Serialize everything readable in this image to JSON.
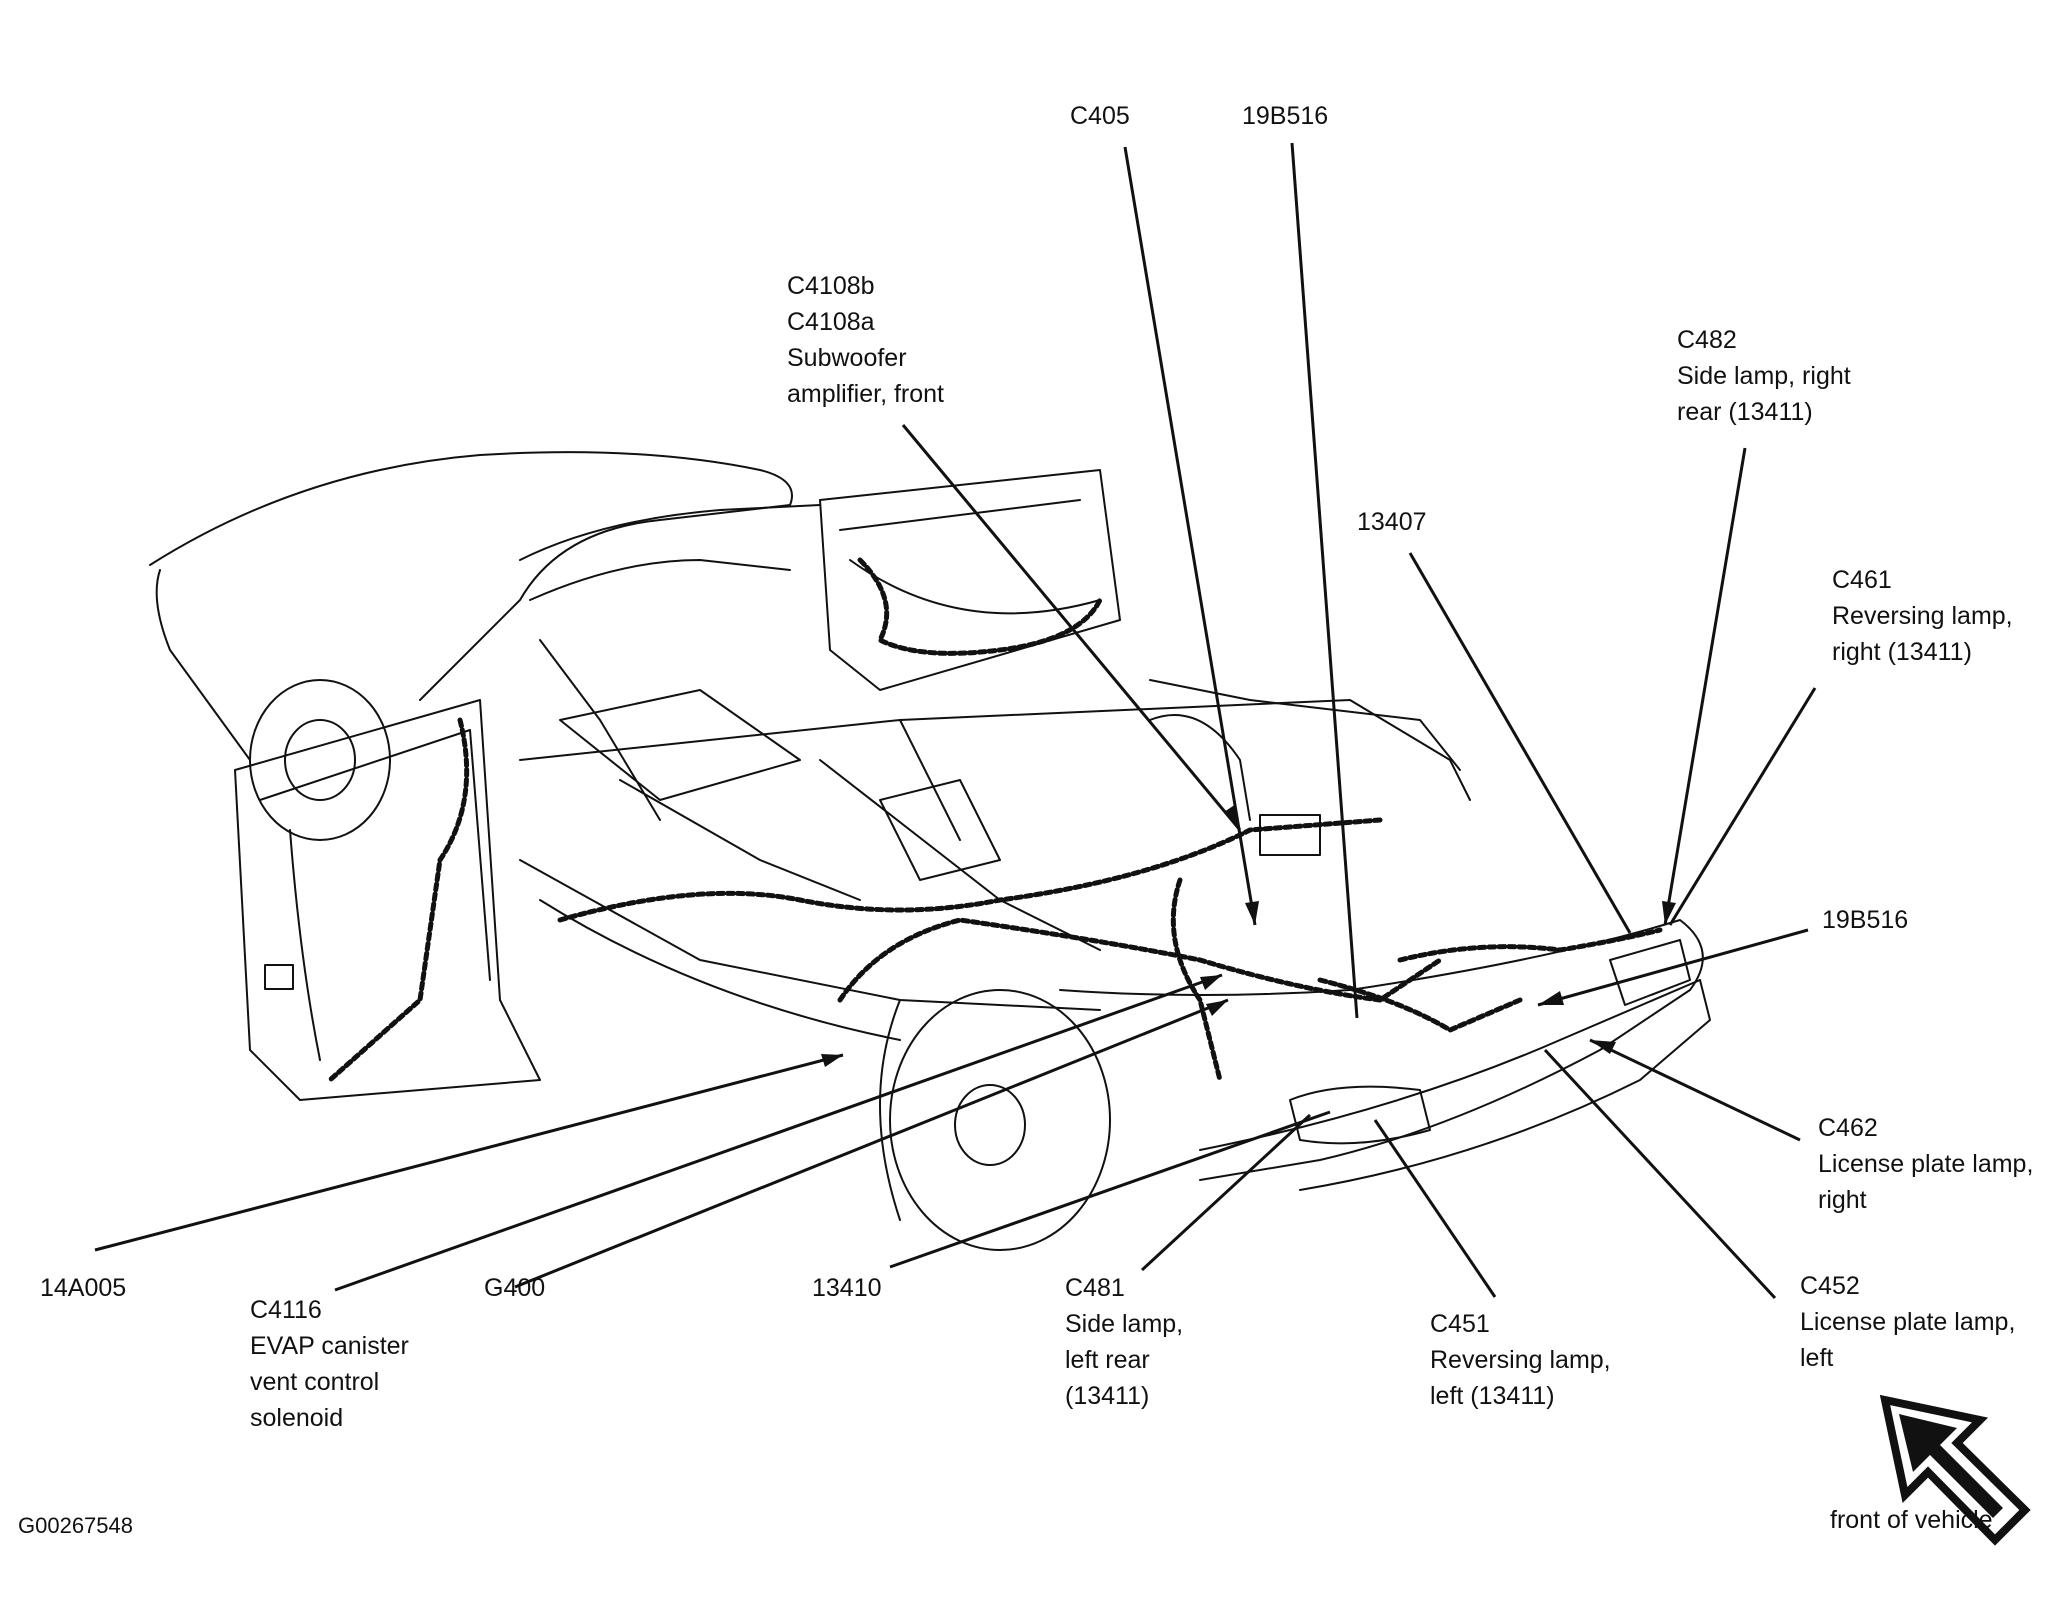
{
  "colors": {
    "ink": "#111111",
    "paper": "#ffffff"
  },
  "labels": {
    "c405": [
      "C405"
    ],
    "b516_top": [
      "19B516"
    ],
    "c4108": [
      "C4108b",
      "C4108a",
      "Subwoofer",
      "amplifier, front"
    ],
    "c482": [
      "C482",
      "Side lamp, right",
      "rear (13411)"
    ],
    "n13407": [
      "13407"
    ],
    "c461": [
      "C461",
      "Reversing lamp,",
      "right (13411)"
    ],
    "b516_right": [
      "19B516"
    ],
    "c462": [
      "C462",
      "License plate lamp,",
      "right"
    ],
    "c452": [
      "C452",
      "License plate lamp,",
      "left"
    ],
    "c451": [
      "C451",
      "Reversing lamp,",
      "left (13411)"
    ],
    "c481": [
      "C481",
      "Side lamp,",
      "left rear",
      "(13411)"
    ],
    "n13410": [
      "13410"
    ],
    "g400": [
      "G400"
    ],
    "c4116": [
      "C4116",
      "EVAP canister",
      "vent control",
      "solenoid"
    ],
    "n14a005": [
      "14A005"
    ],
    "figure_id": [
      "G00267548"
    ],
    "front_of_vehicle": [
      "front of vehicle"
    ]
  },
  "icons": {
    "front_arrow": "arrow-up-left-icon"
  }
}
